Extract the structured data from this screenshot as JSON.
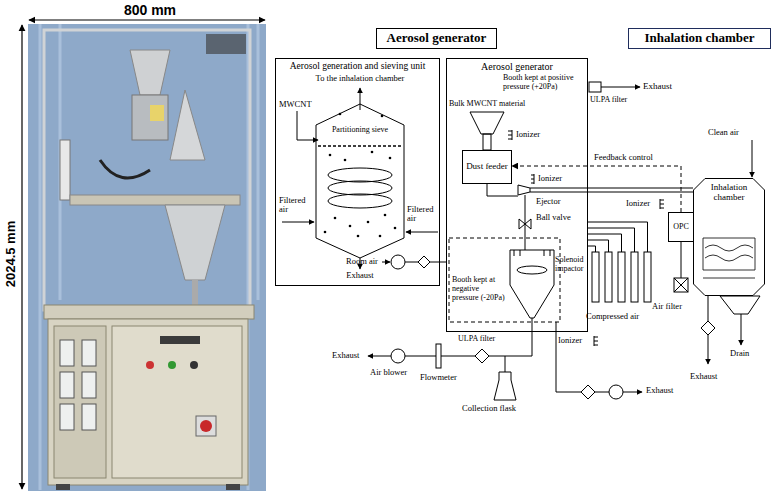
{
  "diagram": {
    "nodes": [
      {
        "text": [
          "Aerosol generator"
        ]
      },
      {
        "text": [
          "Inhalation chamber"
        ]
      },
      {
        "text": [
          "Aerosol generation and sieving unit"
        ]
      },
      {
        "text": [
          "Aerosol generator"
        ]
      },
      {
        "text": [
          "Dust feeder"
        ],
        "in": 3
      },
      {
        "text": [
          "Inhalation chamber"
        ]
      },
      {
        "text": [
          "OPC"
        ]
      }
    ],
    "edges": [
      {
        "from": 6,
        "to": 4,
        "label": "Feedback control",
        "arrow": "to"
      },
      {
        "from": 3,
        "to": 5,
        "arrow": "none"
      }
    ],
    "labels": [
      "800 mm",
      "2024.5 mm",
      "To the inhalation chamber",
      "MWCNT",
      "Partitioning sieve",
      "Filtered air",
      "Filtered air",
      "Exhaust",
      "Booth kept at positive pressure (+20Pa)",
      "ULPA filter",
      "Exhaust",
      "Bulk MWCNT material",
      "Ionizer",
      "Ionizer",
      "Ejector",
      "Ball valve",
      "Solenoid impactor",
      "Ionizer",
      "Clean air",
      "Booth kept at negative pressure (-20Pa)",
      "Room air",
      "Exhaust",
      "Air blower",
      "ULPA filter",
      "Flowmeter",
      "Collection flask",
      "Ionizer",
      "Compressed air",
      "Air filter",
      "Drain",
      "Exhaust",
      "Exhaust"
    ]
  }
}
